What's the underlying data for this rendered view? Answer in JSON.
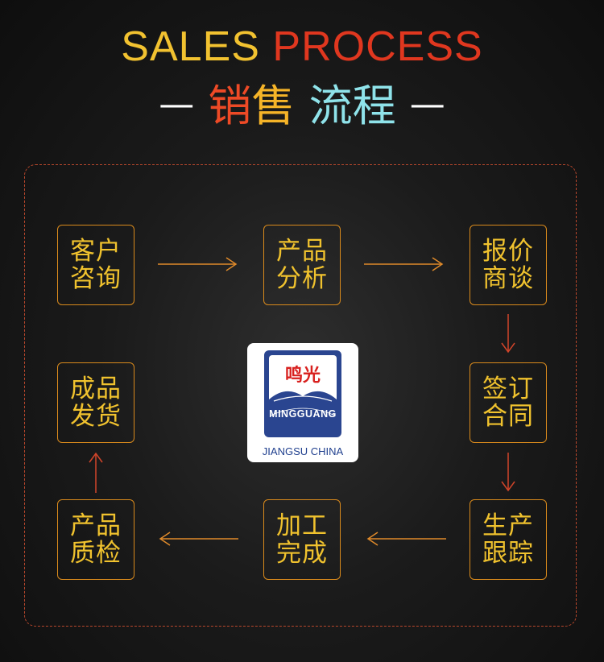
{
  "header": {
    "title_en_part1": "SALES",
    "title_en_part2": "PROCESS",
    "title_cn_part1": "销售",
    "title_cn_part2": "流程",
    "dash": "—"
  },
  "steps": [
    {
      "line1": "客户",
      "line2": "咨询"
    },
    {
      "line1": "产品",
      "line2": "分析"
    },
    {
      "line1": "报价",
      "line2": "商谈"
    },
    {
      "line1": "签订",
      "line2": "合同"
    },
    {
      "line1": "生产",
      "line2": "跟踪"
    },
    {
      "line1": "加工",
      "line2": "完成"
    },
    {
      "line1": "产品",
      "line2": "质检"
    },
    {
      "line1": "成品",
      "line2": "发货"
    }
  ],
  "logo": {
    "brand_cn": "鸣光",
    "brand_en": "MINGGUANG",
    "caption": "JIANGSU CHINA"
  },
  "colors": {
    "gold": "#f0c22e",
    "red": "#e0371f",
    "cyan": "#8fe3ea",
    "box_border": "#d98a1c",
    "logo_blue": "#2a4590"
  }
}
